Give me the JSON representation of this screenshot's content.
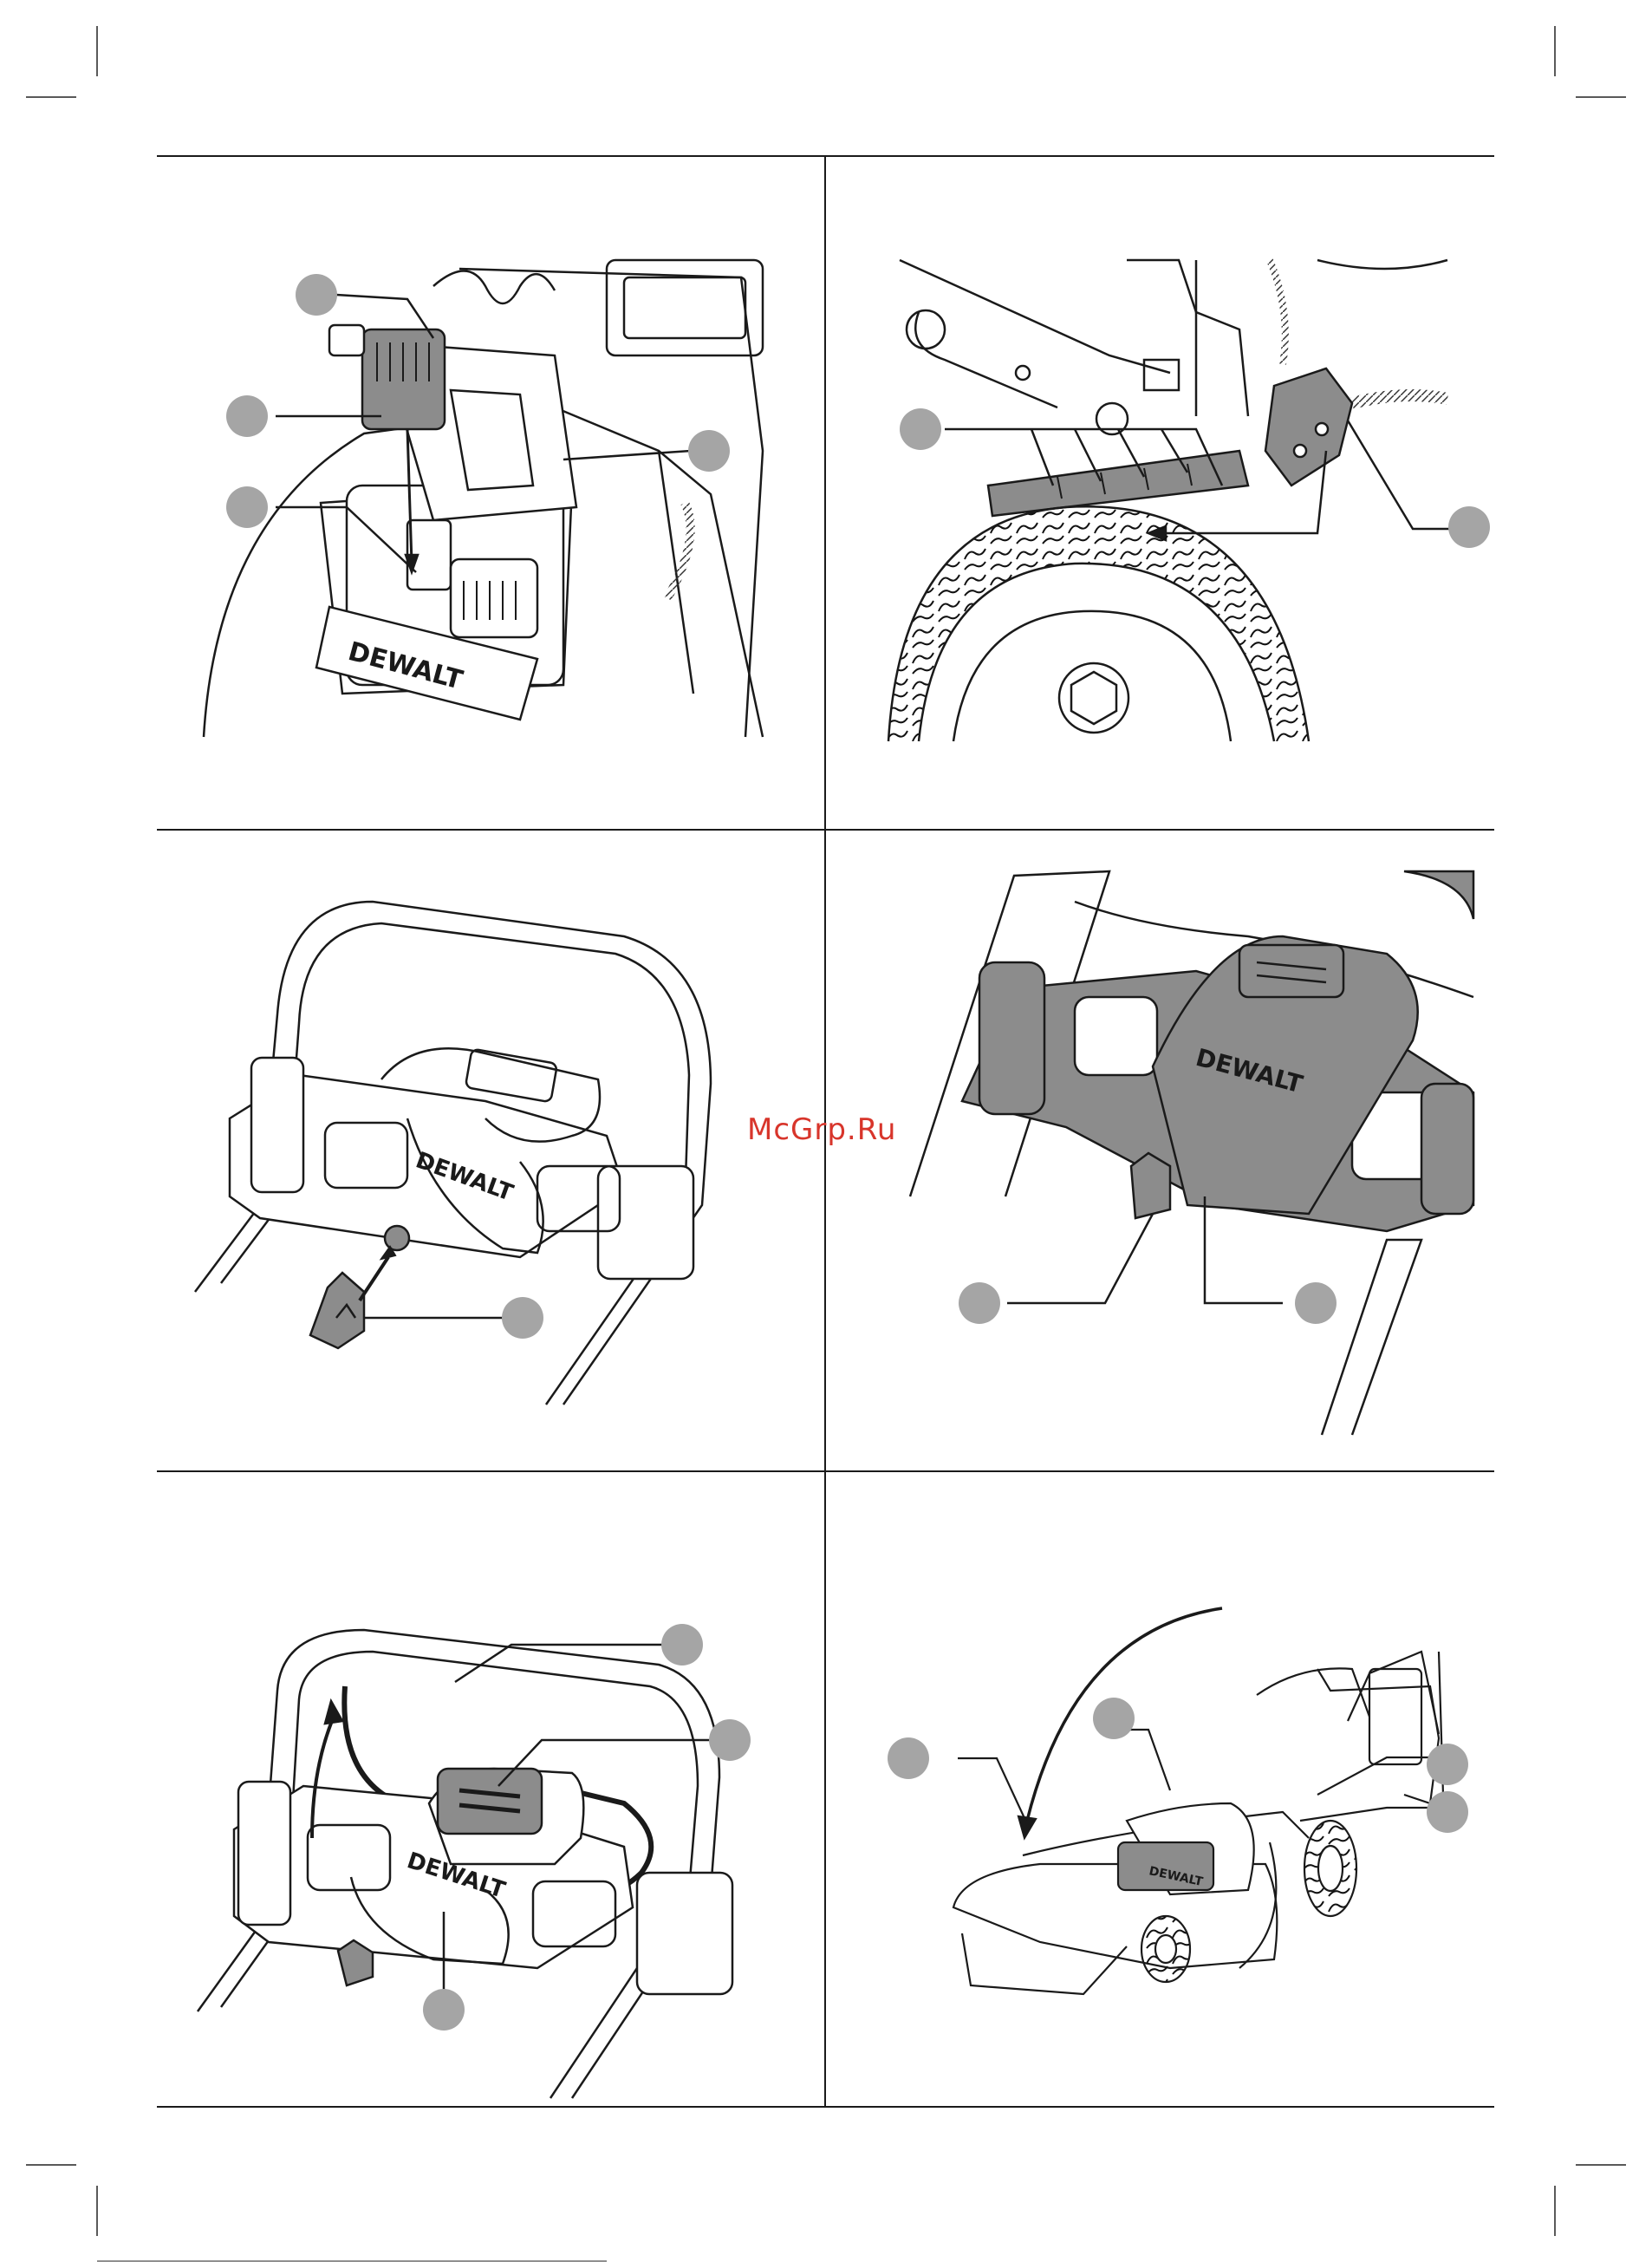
{
  "page": {
    "watermark_text": "McGrp.Ru",
    "watermark_color": "#d8352b",
    "line_color": "#1a1a1a",
    "callout_fill": "#a5a5a5",
    "part_fill": "#8c8c8c"
  },
  "panels": [
    {
      "name": "battery-compartment-figure",
      "callouts": 4
    },
    {
      "name": "height-adjust-wheel-figure",
      "callouts": 2
    },
    {
      "name": "safety-key-insert-figure",
      "callouts": 1
    },
    {
      "name": "handle-console-shaded-figure",
      "callouts": 2
    },
    {
      "name": "bail-lever-figure",
      "callouts": 3
    },
    {
      "name": "mower-overview-figure",
      "callouts": 4
    }
  ]
}
